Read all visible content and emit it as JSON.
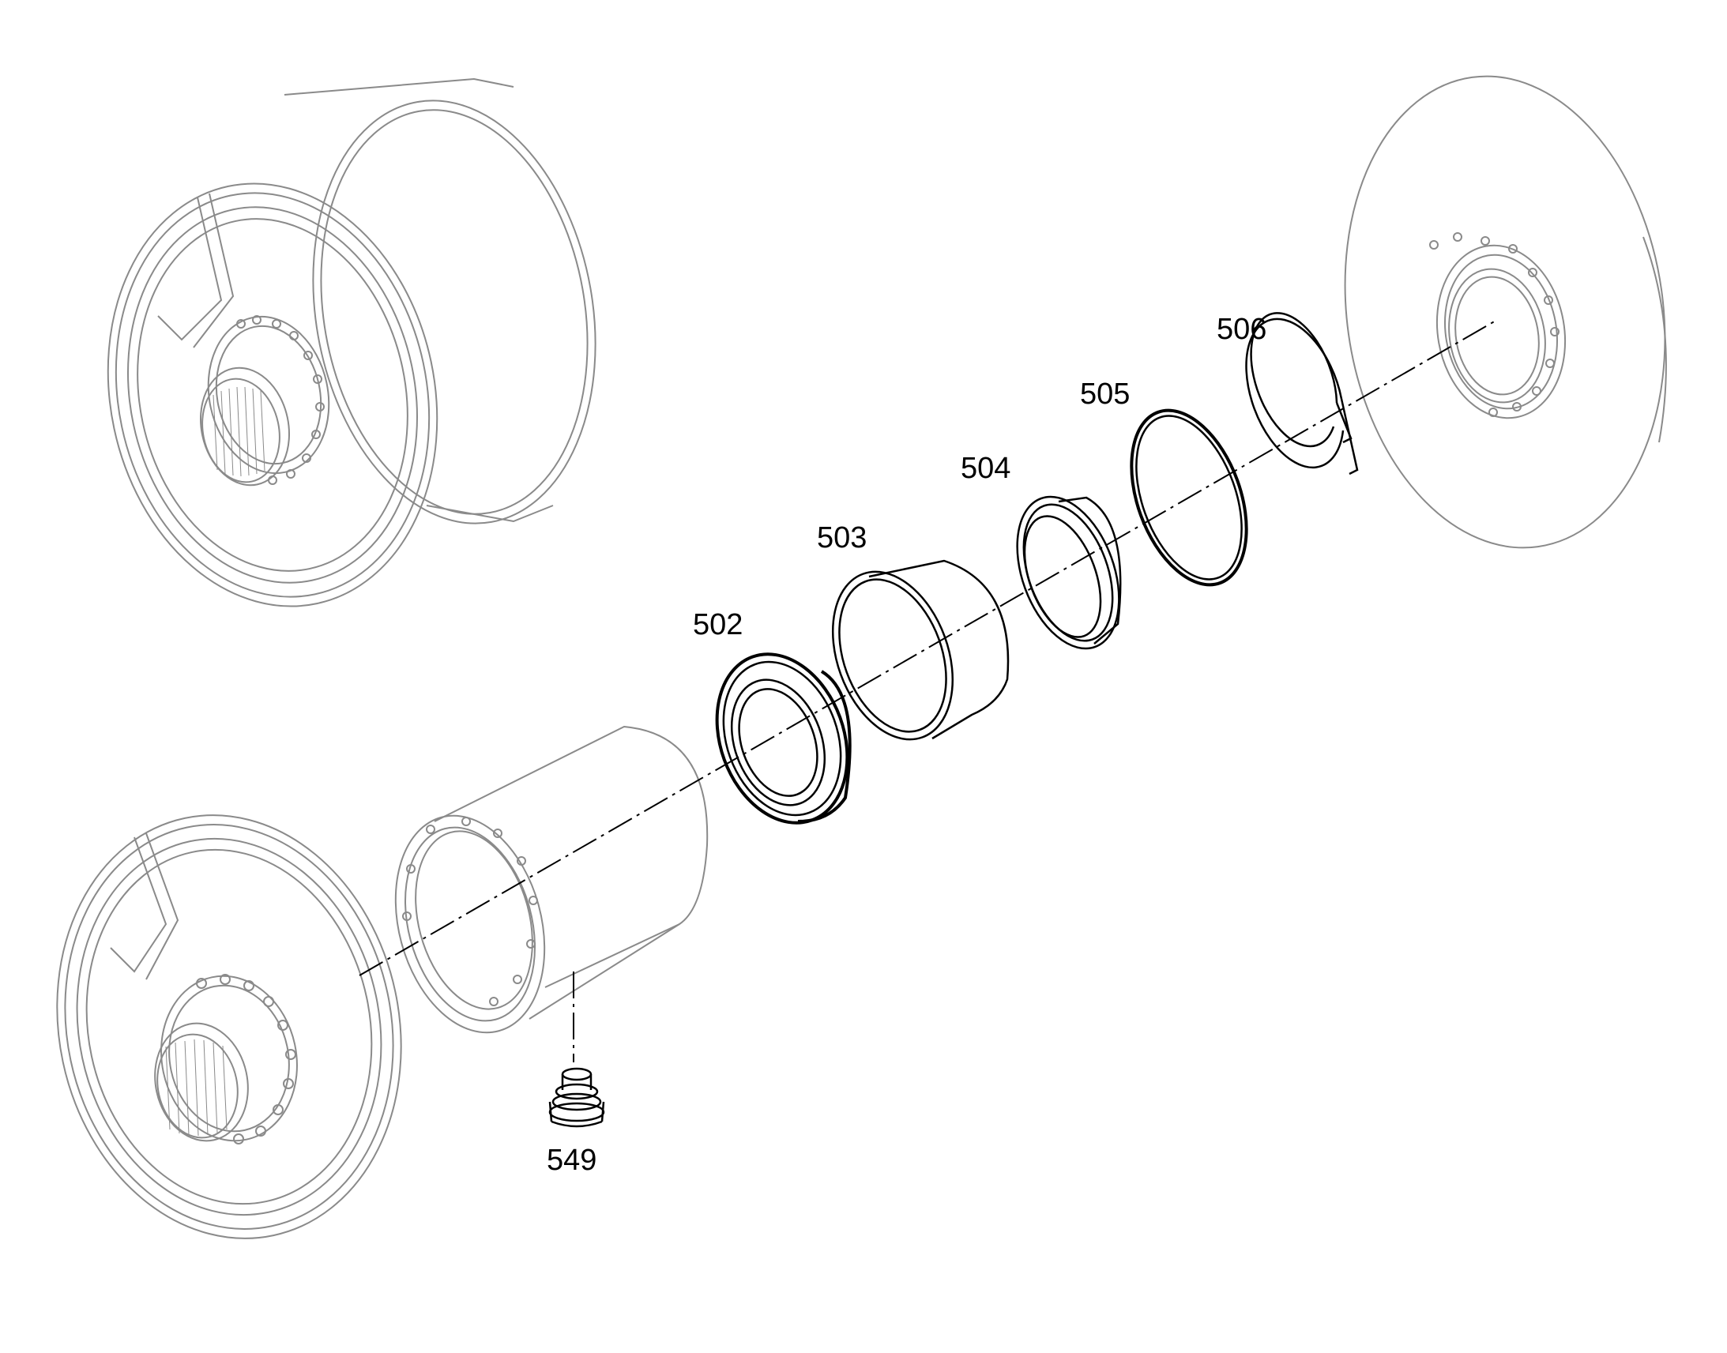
{
  "diagram": {
    "part_labels": [
      {
        "id": "p502",
        "text": "502"
      },
      {
        "id": "p503",
        "text": "503"
      },
      {
        "id": "p504",
        "text": "504"
      },
      {
        "id": "p505",
        "text": "505"
      },
      {
        "id": "p506",
        "text": "506"
      },
      {
        "id": "p549",
        "text": "549"
      }
    ]
  },
  "colors": {
    "background": "#ffffff",
    "context_parts": "#8a8a8a",
    "highlighted_parts": "#000000"
  }
}
